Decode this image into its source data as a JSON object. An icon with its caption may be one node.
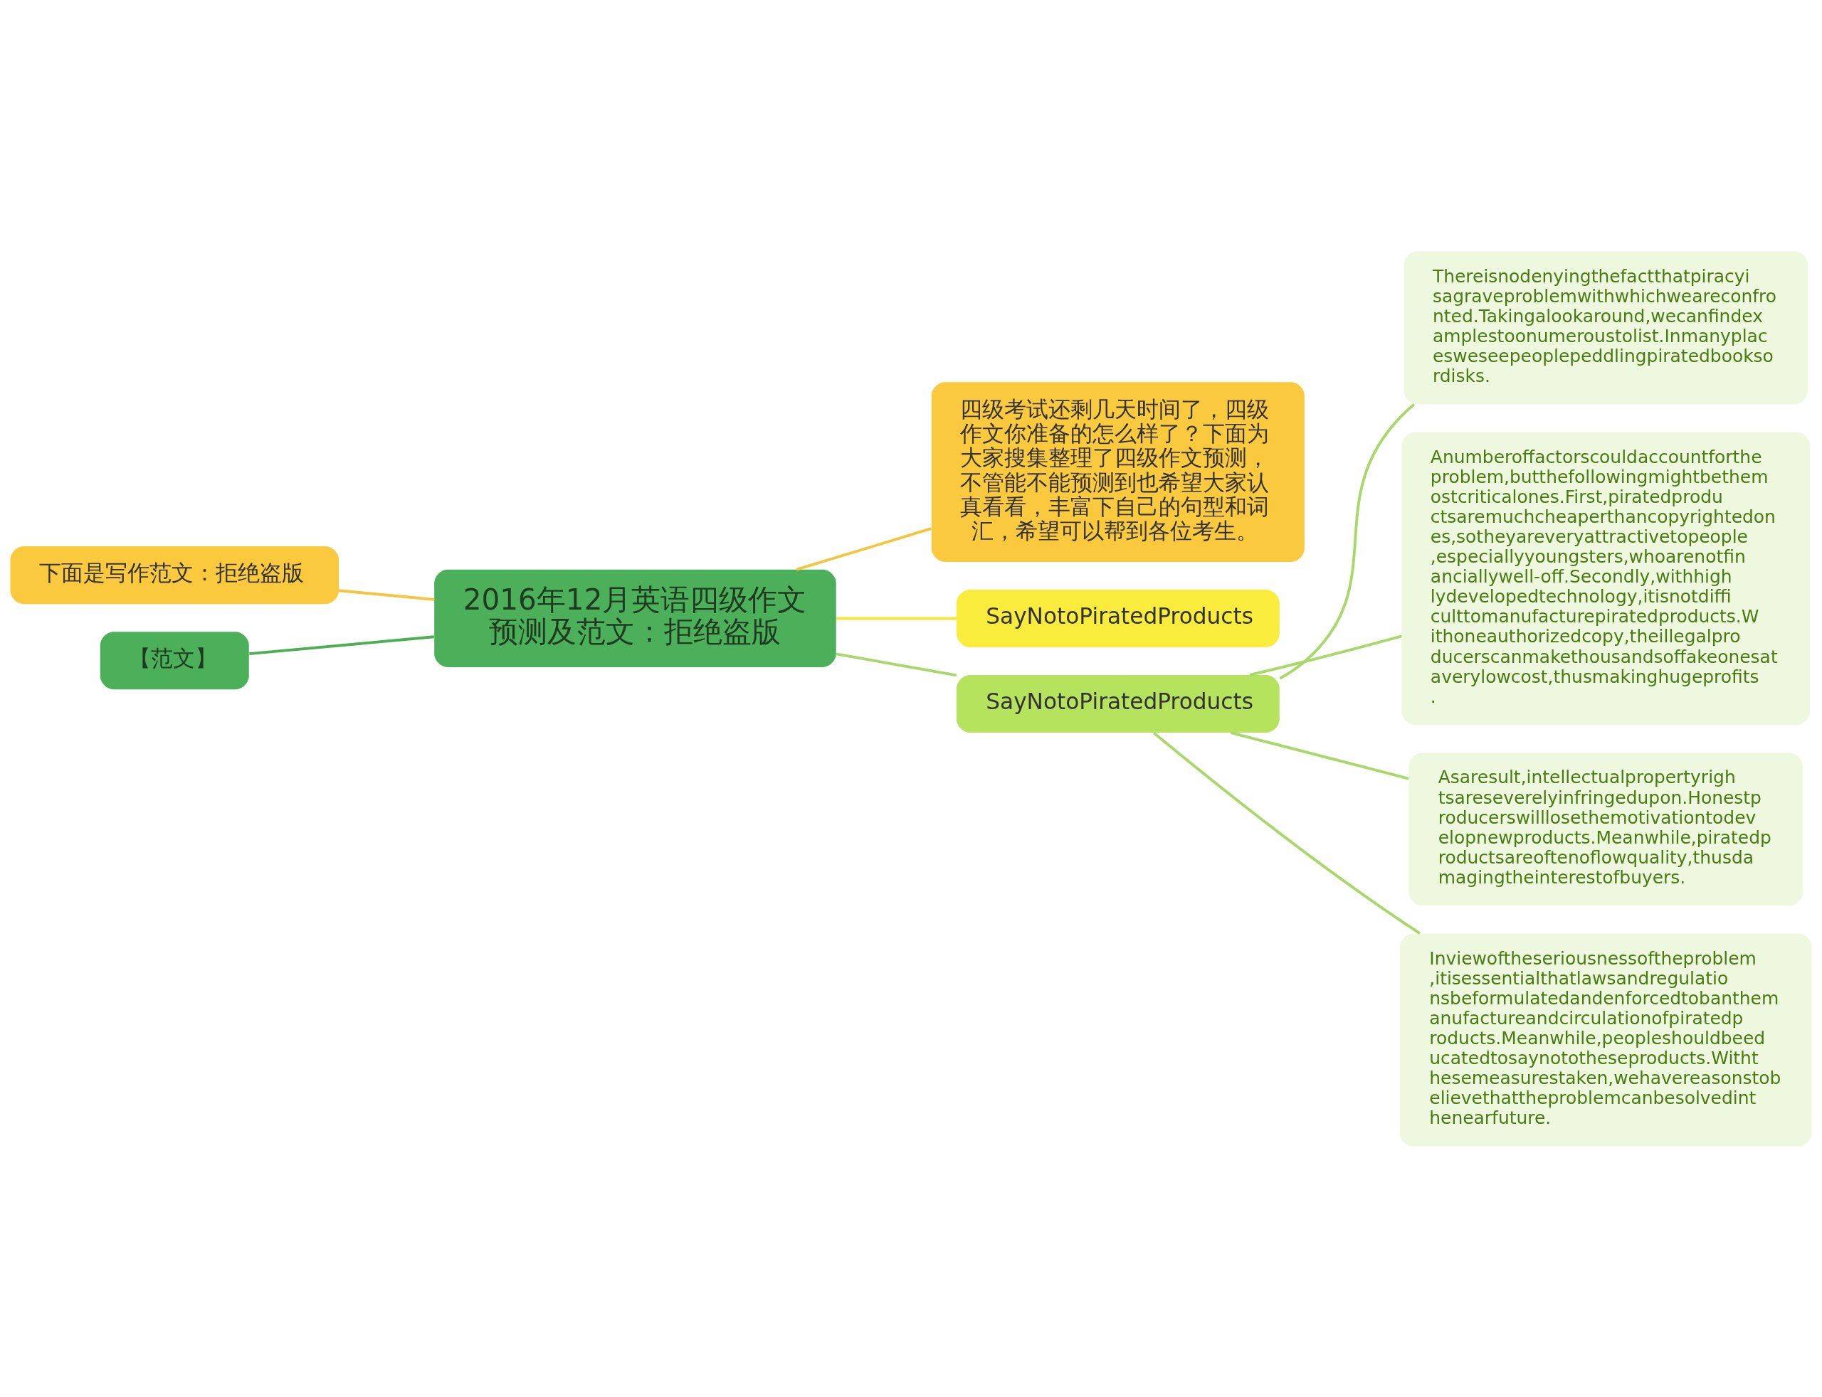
{
  "diagram": {
    "nodes": [
      {
        "text": [
          "2016年12月英语四级作文预测及范文：拒绝盗版"
        ]
      },
      {
        "text": [
          "四级考试还剩几天时间了，四级作文你准备的怎么样了？下面为大家搜集整理了四级作文预测，不管能不能预测到也希望大家认真看看，丰富下自己的句型和词汇，希望可以帮到各位考生。"
        ]
      },
      {
        "text": [
          "SayNotoPiratedProducts"
        ]
      },
      {
        "text": [
          "SayNotoPiratedProducts"
        ]
      },
      {
        "text": [
          "Thereisnodenyingthefactthatpiracyisagraveproblemwithwhichweareconfronted.Takingalookaround,wecanfindexamplestoonumeroustolist.Inmanyplacesweseepeoplepeddlingpiratedbooksordisks."
        ]
      },
      {
        "text": [
          "Anumberoffactorscouldaccountfortheproblem,butthefollowingmightbethemostcriticalones.First,piratedproductsaremuchcheaperthancopyrightedones,sotheyareveryattractivetopeople,especiallyyoungsters,whoarenotfinanciallywell-off.Secondly,withhighlydevelopedtechnology,itisnotdifficulttomanufacturepiratedproducts.Withoneauthorizedcopy,theillegalproducerscanmakethousandsoffakeonesataverylowcost,thusmakinghugeprofits."
        ]
      },
      {
        "text": [
          "Asaresult,intellectualpropertyrightsareseverelyinfringedupon.Honestproducerswilllosethemotivationtodevelopnewproducts.Meanwhile,piratedproductsareoftenoflowquality,thusdamagingtheinterestofbuyers."
        ]
      },
      {
        "text": [
          "Inviewoftheseriousnessoftheproblem,itisessentialthatlawsandregulationsbeformulatedandenforcedtobanthemanufactureandcirculationofpiratedproducts.Meanwhile,peopleshouldbeeducatedtosaynototheseproducts.Withthesemeasurestaken,wehavereasonstobelievethattheproblemcanbesolvedinthenearfuture."
        ]
      },
      {
        "text": [
          "下面是写作范文：拒绝盗版"
        ]
      },
      {
        "text": [
          "【范文】"
        ]
      }
    ],
    "edges": [
      {
        "from": 0,
        "to": 1,
        "arrow": "none",
        "color": "#f5c542"
      },
      {
        "from": 0,
        "to": 2,
        "arrow": "none",
        "color": "#f2e640"
      },
      {
        "from": 0,
        "to": 3,
        "arrow": "none"
      },
      {
        "from": 3,
        "to": 4,
        "arrow": "none"
      },
      {
        "from": 3,
        "to": 5,
        "arrow": "none"
      },
      {
        "from": 3,
        "to": 6,
        "arrow": "none"
      },
      {
        "from": 3,
        "to": 7,
        "arrow": "none"
      },
      {
        "from": 0,
        "to": 8,
        "arrow": "none",
        "color": "#f5c542"
      },
      {
        "from": 0,
        "to": 9,
        "arrow": "none",
        "color": "#4caf50"
      }
    ]
  }
}
